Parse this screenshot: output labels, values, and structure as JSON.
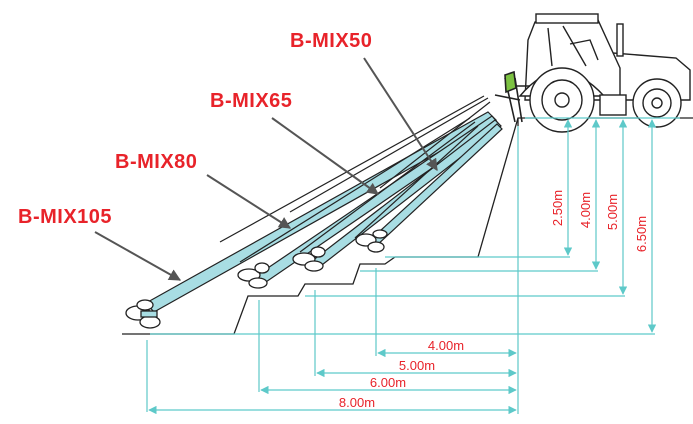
{
  "models": [
    {
      "id": "bmix50",
      "label": "B-MIX50"
    },
    {
      "id": "bmix65",
      "label": "B-MIX65"
    },
    {
      "id": "bmix80",
      "label": "B-MIX80"
    },
    {
      "id": "bmix105",
      "label": "B-MIX105"
    }
  ],
  "vertical_dims": [
    "2.50m",
    "4.00m",
    "5.00m",
    "6.50m"
  ],
  "horizontal_dims": [
    "4.00m",
    "5.00m",
    "6.00m",
    "8.00m"
  ],
  "colors": {
    "label_red": "#e8232a",
    "dimension_teal": "#5ec9c9",
    "dimension_text": "#e8232a",
    "boom_fill": "#a8dde3",
    "hitch_green": "#7cc242",
    "outline": "#222222"
  }
}
